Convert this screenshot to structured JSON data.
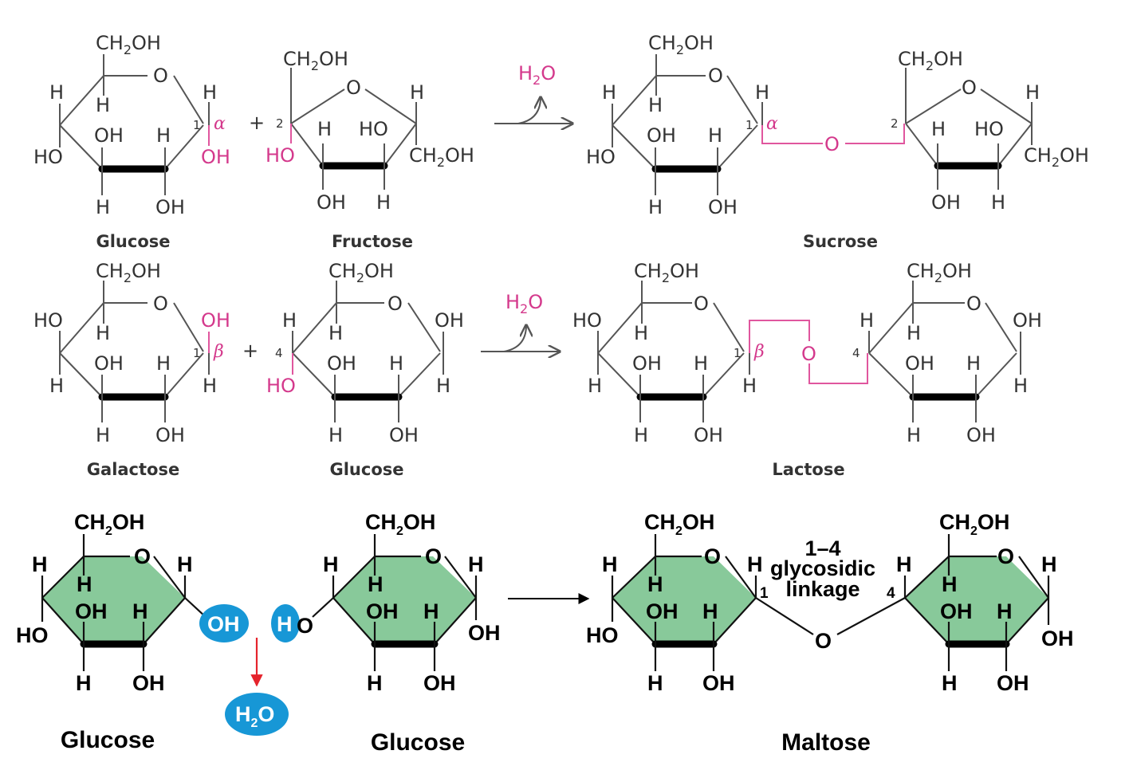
{
  "rows": {
    "sucrose": {
      "reactant1": "Glucose",
      "reactant2": "Fructose",
      "product": "Sucrose",
      "plus": "+",
      "water": "H2O",
      "anomer": "α",
      "carbon1": "1",
      "carbon2": "2",
      "bridge_oxygen": "O"
    },
    "lactose": {
      "reactant1": "Galactose",
      "reactant2": "Glucose",
      "product": "Lactose",
      "plus": "+",
      "water": "H2O",
      "anomer": "β",
      "carbon1": "1",
      "carbon4": "4",
      "bridge_oxygen": "O"
    },
    "maltose": {
      "reactant1": "Glucose",
      "reactant2": "Glucose",
      "product": "Maltose",
      "water": "H2O",
      "linkage_number": "1–4",
      "linkage_line1": "glycosidic",
      "linkage_line2": "linkage",
      "carbon1": "1",
      "carbon4": "4",
      "bridge_oxygen": "O"
    }
  },
  "colors": {
    "ring_fill": "#88c99a",
    "highlight_pink": "#d4398c",
    "blue_bubble": "#1797d6",
    "arrow_red": "#e5232c"
  }
}
